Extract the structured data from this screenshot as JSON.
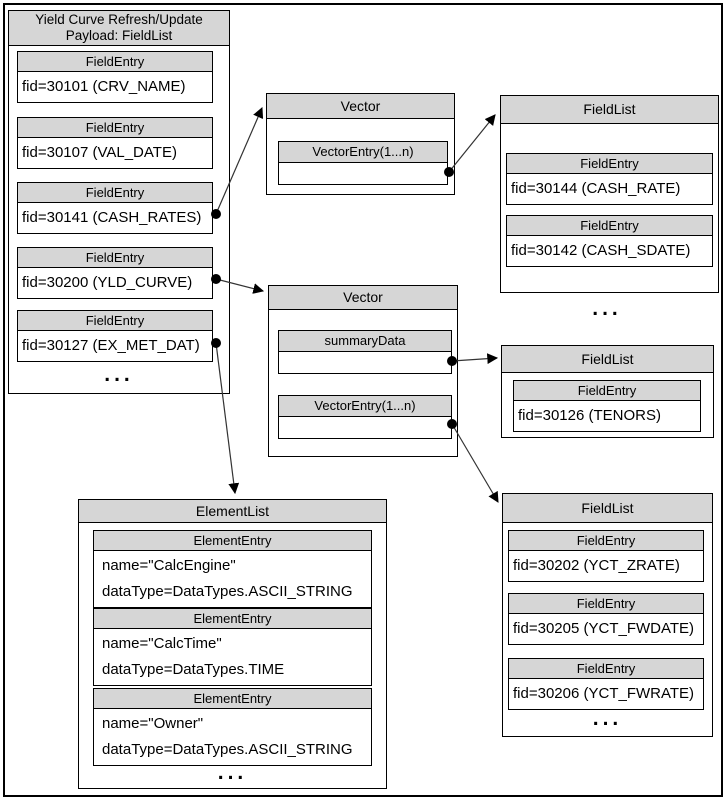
{
  "payload": {
    "title_line1": "Yield Curve Refresh/Update",
    "title_line2": "Payload: FieldList",
    "entries": [
      {
        "header": "FieldEntry",
        "body": "fid=30101 (CRV_NAME)"
      },
      {
        "header": "FieldEntry",
        "body": "fid=30107 (VAL_DATE)"
      },
      {
        "header": "FieldEntry",
        "body": "fid=30141 (CASH_RATES)"
      },
      {
        "header": "FieldEntry",
        "body": "fid=30200 (YLD_CURVE)"
      },
      {
        "header": "FieldEntry",
        "body": "fid=30127 (EX_MET_DAT)"
      }
    ],
    "ellipsis": "..."
  },
  "vector_top": {
    "title": "Vector",
    "entry_header": "VectorEntry(1...n)"
  },
  "fieldlist_cash": {
    "title": "FieldList",
    "entries": [
      {
        "header": "FieldEntry",
        "body": "fid=30144 (CASH_RATE)"
      },
      {
        "header": "FieldEntry",
        "body": "fid=30142 (CASH_SDATE)"
      }
    ]
  },
  "mid_ellipsis": "...",
  "vector_bottom": {
    "title": "Vector",
    "summary_header": "summaryData",
    "entry_header": "VectorEntry(1...n)"
  },
  "fieldlist_tenors": {
    "title": "FieldList",
    "entries": [
      {
        "header": "FieldEntry",
        "body": "fid=30126 (TENORS)"
      }
    ]
  },
  "elementlist": {
    "title": "ElementList",
    "entries": [
      {
        "header": "ElementEntry",
        "line1": "name=\"CalcEngine\"",
        "line2": "dataType=DataTypes.ASCII_STRING"
      },
      {
        "header": "ElementEntry",
        "line1": "name=\"CalcTime\"",
        "line2": "dataType=DataTypes.TIME"
      },
      {
        "header": "ElementEntry",
        "line1": "name=\"Owner\"",
        "line2": "dataType=DataTypes.ASCII_STRING"
      }
    ],
    "ellipsis": "..."
  },
  "fieldlist_yct": {
    "title": "FieldList",
    "entries": [
      {
        "header": "FieldEntry",
        "body": "fid=30202 (YCT_ZRATE)"
      },
      {
        "header": "FieldEntry",
        "body": "fid=30205 (YCT_FWDATE)"
      },
      {
        "header": "FieldEntry",
        "body": "fid=30206 (YCT_FWRATE)"
      }
    ],
    "ellipsis": "..."
  },
  "colors": {
    "header_fill": "#d6d6d6",
    "border": "#000000",
    "connector": "#333333"
  }
}
